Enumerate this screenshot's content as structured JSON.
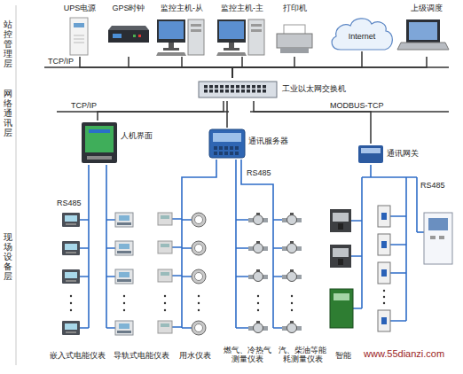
{
  "diagram": {
    "nodes": [
      {
        "text": [
          "UPS电源"
        ]
      },
      {
        "text": [
          "GPS时钟"
        ]
      },
      {
        "text": [
          "监控主机-从"
        ]
      },
      {
        "text": [
          "监控主机-主"
        ]
      },
      {
        "text": [
          "打印机"
        ]
      },
      {
        "text": [
          "Internet"
        ]
      },
      {
        "text": [
          "上级调度"
        ]
      },
      {
        "text": [
          "工业以太网交换机"
        ]
      },
      {
        "text": [
          "人机界面"
        ]
      },
      {
        "text": [
          "通讯服务器"
        ]
      },
      {
        "text": [
          "通讯网关"
        ]
      }
    ],
    "edges": [
      {
        "from": 0,
        "to": 7,
        "arrow": "none"
      },
      {
        "from": 1,
        "to": 7,
        "arrow": "none"
      },
      {
        "from": 2,
        "to": 7,
        "arrow": "none"
      },
      {
        "from": 3,
        "to": 7,
        "arrow": "none"
      },
      {
        "from": 4,
        "to": 7,
        "arrow": "none"
      },
      {
        "from": 5,
        "to": 7,
        "arrow": "none"
      },
      {
        "from": 6,
        "to": 7,
        "arrow": "none"
      },
      {
        "from": 7,
        "to": 8,
        "arrow": "none"
      },
      {
        "from": 7,
        "to": 9,
        "arrow": "none"
      },
      {
        "from": 7,
        "to": 10,
        "arrow": "none"
      }
    ],
    "labels": [
      "站控管理层",
      "网络通讯层",
      "现场设备层",
      "TCP/IP",
      "TCP/IP",
      "MODBUS-TCP",
      "RS485",
      "RS485",
      "RS485",
      "嵌入式电能仪表",
      "导轨式电能仪表",
      "用水仪表",
      "燃气、冷热气测量仪表",
      "汽、柴油等能耗测量仪表",
      "智能",
      "www.55dianzi.com"
    ]
  }
}
